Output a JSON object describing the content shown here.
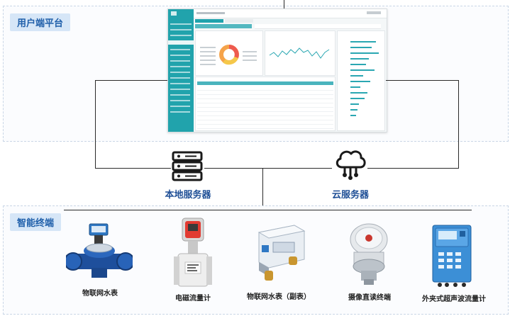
{
  "sections": {
    "user_platform": "用户端平台",
    "smart_terminal": "智能终端"
  },
  "servers": {
    "local": "本地服务器",
    "cloud": "云服务器"
  },
  "devices": [
    {
      "label": "物联网水表"
    },
    {
      "label": "电磁流量计"
    },
    {
      "label": "物联网水表（副表）"
    },
    {
      "label": "摄像直读终端"
    },
    {
      "label": "外夹式超声波流量计"
    }
  ],
  "colors": {
    "label_bg": "#d6e6f7",
    "label_text": "#1f5faa",
    "server_text": "#1f4f96",
    "accent": "#21a3ac"
  }
}
